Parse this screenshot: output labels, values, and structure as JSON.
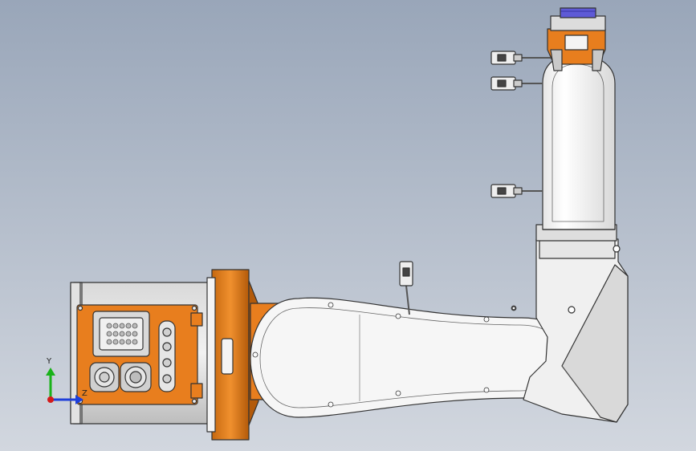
{
  "viewport": {
    "background_top": "#99a6b9",
    "background_bottom": "#d2d7df"
  },
  "colors": {
    "orange": "#e87e1e",
    "orange_dark": "#b35a0a",
    "white_body": "#f6f6f6",
    "grey_body": "#c9c9c9",
    "outline": "#333333",
    "blue_cap": "#5e5ad6"
  },
  "triad": {
    "y_label": "Y",
    "z_label": "Z",
    "y_color": "#19b219",
    "z_color": "#1e3fd9",
    "origin_color": "#d41a1a"
  },
  "cables": {
    "count": 4
  }
}
